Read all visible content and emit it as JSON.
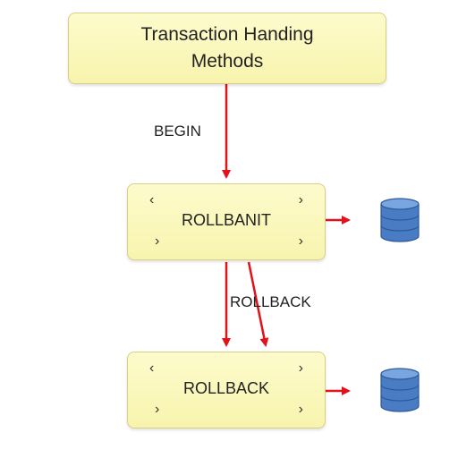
{
  "diagram": {
    "title": "Transaction Handing Methods",
    "begin_label": "BEGIN",
    "rollback_edge_label": "ROLLBACK",
    "step1_label": "ROLLBANIT",
    "step2_label": "ROLLBACK",
    "brace_open": "‹",
    "brace_close": "›"
  },
  "colors": {
    "arrow": "#e0121a",
    "box_fill": "#faf6bb",
    "database": "#4a7cc4"
  },
  "icons": [
    "database-icon",
    "database-icon"
  ]
}
